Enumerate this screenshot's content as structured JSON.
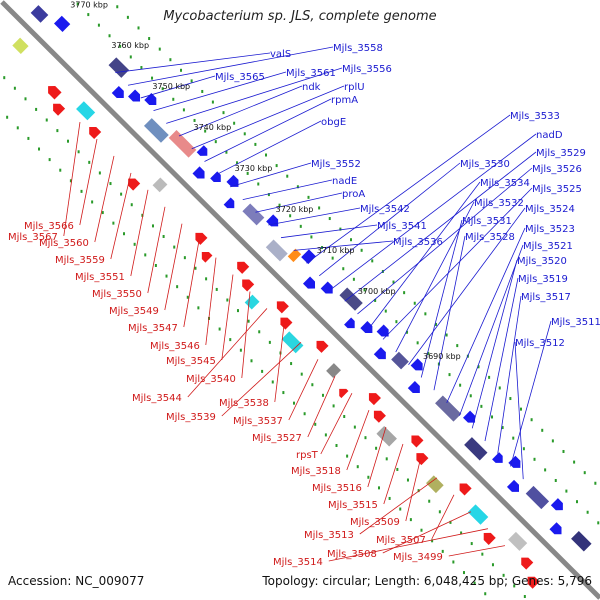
{
  "title": "Mycobacterium sp. JLS, complete genome",
  "footer": {
    "accession": "Accession: NC_009077",
    "topology": "Topology: circular; Length: 6,048,425 bp; Genes: 5,796"
  },
  "colors": {
    "backbone": "#888888",
    "forward_gene": "#1a1aee",
    "reverse_gene": "#ee1a1a",
    "label_forward": "#1a1ad0",
    "label_reverse": "#d01a1a",
    "tick_dots": "#2a9a2a"
  },
  "kbp_ticks": [
    {
      "label": "3770 kbp"
    },
    {
      "label": "3760 kbp"
    },
    {
      "label": "3750 kbp"
    },
    {
      "label": "3740 kbp"
    },
    {
      "label": "3730 kbp"
    },
    {
      "label": "3720 kbp"
    },
    {
      "label": "3710 kbp"
    },
    {
      "label": "3700 kbp"
    },
    {
      "label": "3690 kbp"
    }
  ],
  "forward_labels": [
    "valS",
    "Mjls_3558",
    "Mjls_3565",
    "Mjls_3561",
    "Mjls_3556",
    "ndk",
    "rplU",
    "rpmA",
    "obgE",
    "Mjls_3552",
    "nadE",
    "proA",
    "Mjls_3542",
    "Mjls_3541",
    "Mjls_3536",
    "Mjls_3533",
    "Mjls_3530",
    "nadD",
    "Mjls_3529",
    "Mjls_3526",
    "Mjls_3534",
    "Mjls_3525",
    "Mjls_3532",
    "Mjls_3524",
    "Mjls_3531",
    "Mjls_3528",
    "Mjls_3523",
    "Mjls_3521",
    "Mjls_3520",
    "Mjls_3519",
    "Mjls_3517",
    "Mjls_3511",
    "Mjls_3512"
  ],
  "reverse_labels": [
    "Mjls_3567",
    "Mjls_3566",
    "Mjls_3560",
    "Mjls_3559",
    "Mjls_3551",
    "Mjls_3550",
    "Mjls_3549",
    "Mjls_3547",
    "Mjls_3546",
    "Mjls_3545",
    "Mjls_3540",
    "Mjls_3544",
    "Mjls_3538",
    "Mjls_3539",
    "Mjls_3537",
    "Mjls_3527",
    "rpsT",
    "Mjls_3518",
    "Mjls_3516",
    "Mjls_3515",
    "Mjls_3509",
    "Mjls_3513",
    "Mjls_3507",
    "Mjls_3508",
    "Mjls_3514",
    "Mjls_3499"
  ]
}
